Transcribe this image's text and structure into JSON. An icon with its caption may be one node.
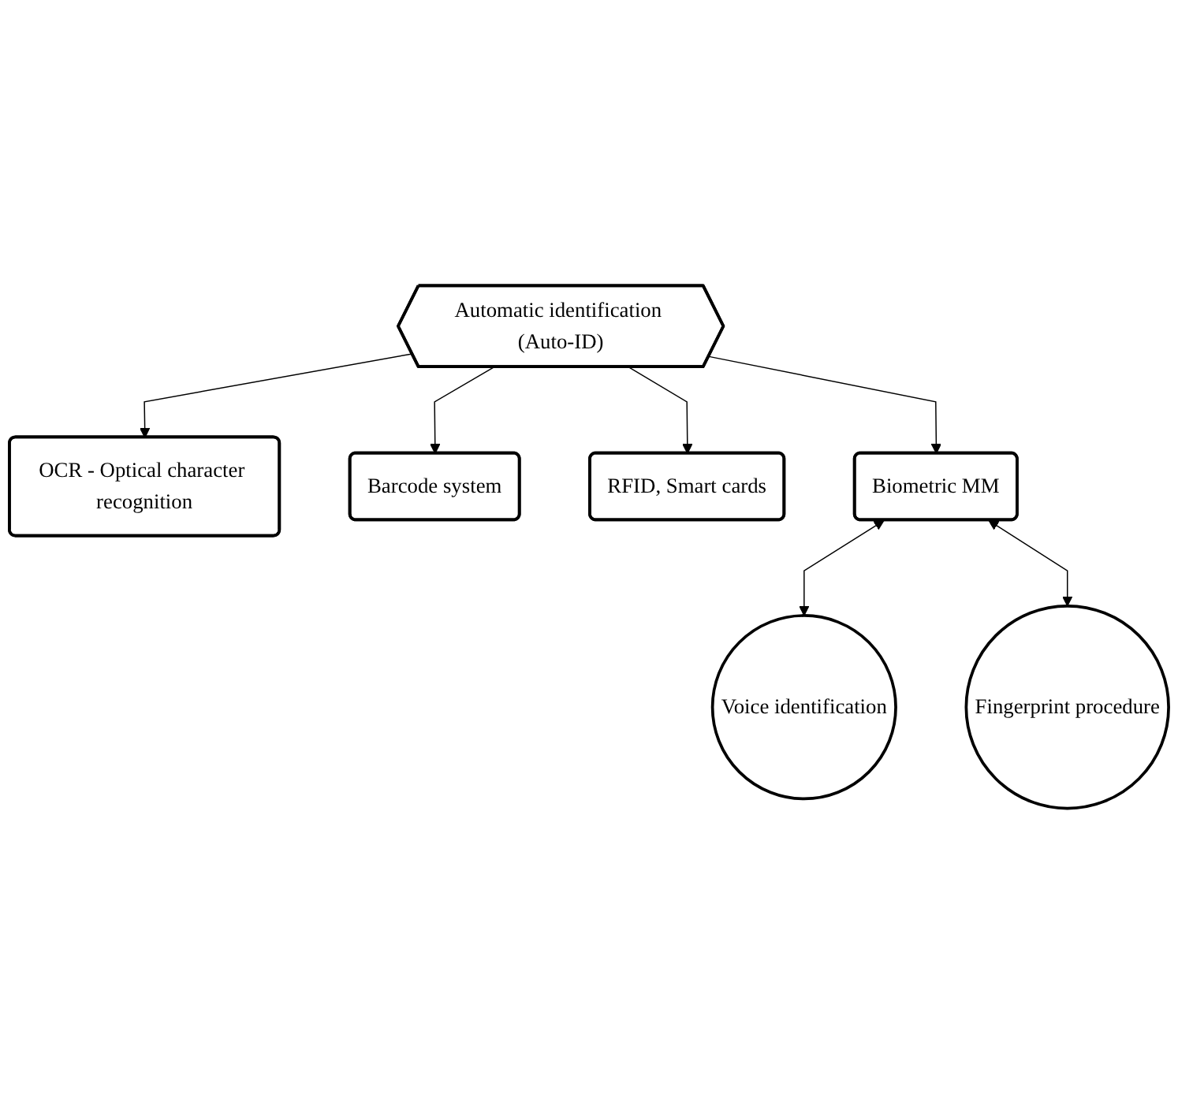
{
  "diagram": {
    "nodes": [
      {
        "text": [
          "OCR - Optical character recognition"
        ]
      },
      {
        "text": [
          "Barcode system"
        ]
      },
      {
        "text": [
          "Automatic identification (Auto-ID)"
        ]
      },
      {
        "text": [
          "Voice identification"
        ]
      },
      {
        "text": [
          "RFID, Smart cards"
        ]
      },
      {
        "text": [
          "Biometric MM"
        ]
      },
      {
        "text": [
          "Fingerprint procedure"
        ]
      }
    ],
    "edges": [
      {
        "from": 2,
        "to": 0,
        "arrow": "to"
      },
      {
        "from": 2,
        "to": 1,
        "arrow": "to"
      },
      {
        "from": 2,
        "to": 4,
        "arrow": "to"
      },
      {
        "from": 2,
        "to": 5,
        "arrow": "to"
      },
      {
        "from": 5,
        "to": 3,
        "arrow": "both"
      },
      {
        "from": 5,
        "to": 6,
        "arrow": "both"
      }
    ]
  }
}
